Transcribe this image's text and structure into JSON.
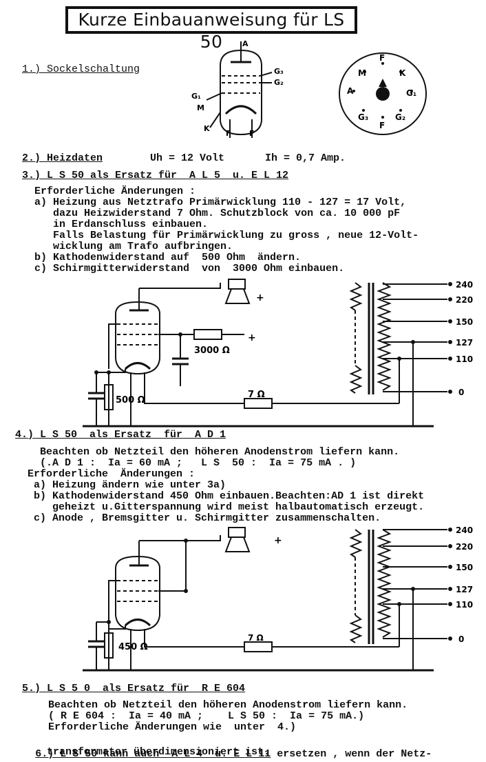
{
  "title": "Kurze Einbauanweisung für LS 50",
  "s1": {
    "heading": "1.) Sockelschaltung"
  },
  "pins": {
    "A": "A",
    "F": "F",
    "M": "M",
    "K": "K",
    "G1": "G₁",
    "G2": "G₂",
    "G3": "G₃"
  },
  "s2": {
    "heading": "2.) Heizdaten",
    "uh": "Uh = 12 Volt",
    "ih": "Ih = 0,7 Amp."
  },
  "s3": {
    "heading": "3.) L S 50 als Ersatz für  A L 5  u. E L 12",
    "lines": [
      "Erforderliche Änderungen :",
      "a) Heizung aus Netztrafo Primärwicklung 110 - 127 = 17 Volt,",
      "   dazu Heizwiderstand 7 Ohm. Schutzblock von ca. 10 000 pF",
      "   in Erdanschluss einbauen.",
      "   Falls Belastung für Primärwicklung zu gross , neue 12-Volt-",
      "   wicklung am Trafo aufbringen.",
      "b) Kathodenwiderstand auf  500 Ohm  ändern.",
      "c) Schirmgitterwiderstand  von  3000 Ohm einbauen."
    ]
  },
  "d1": {
    "r_screen": "3000 Ω",
    "r_cathode": "500 Ω",
    "r_heater": "7 Ω",
    "plus": "+",
    "taps": [
      "240",
      "220",
      "150",
      "127",
      "110",
      "0"
    ]
  },
  "s4": {
    "heading": "4.) L S 50  als Ersatz  für  A D 1",
    "lines": [
      "  Beachten ob Netzteil den höheren Anodenstrom liefern kann.",
      "  (.A D 1 :  Ia = 60 mA ;   L S  50 :  Ia = 75 mA . )",
      "Erforderliche  Änderungen :",
      " a) Heizung ändern wie unter 3a)",
      " b) Kathodenwiderstand 450 Ohm einbauen.Beachten:AD 1 ist direkt",
      "    geheizt u.Gitterspannung wird meist halbautomatisch erzeugt.",
      " c) Anode , Bremsgitter u. Schirmgitter zusammenschalten."
    ]
  },
  "d2": {
    "r_cathode": "450 Ω",
    "r_heater": "7 Ω",
    "plus": "+",
    "taps": [
      "240",
      "220",
      "150",
      "127",
      "110",
      "0"
    ]
  },
  "s5": {
    "heading": "5.) L S 5 0  als Ersatz für  R E 604",
    "lines": [
      "  Beachten ob Netzteil den höheren Anodenstrom liefern kann.",
      "  ( R E 604 :  Ia = 40 mA ;    L S 50 :  Ia = 75 mA.)",
      "  Erforderliche Änderungen wie  unter  4.)"
    ]
  },
  "s6": {
    "heading": "6.) L S 50 kann auch  A L 4  u. E L 11",
    "tail": " ersetzen , wenn der Netz-",
    "line2": "    transformator überdimensioniert ist."
  }
}
